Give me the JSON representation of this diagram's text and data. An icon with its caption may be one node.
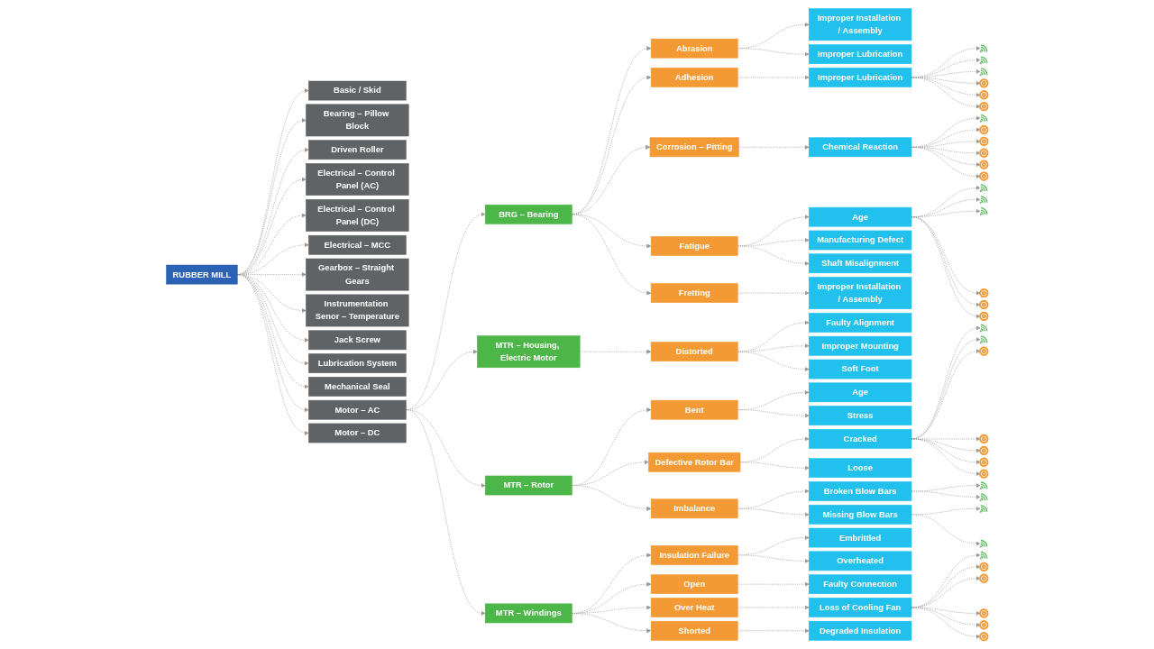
{
  "diagram": {
    "nodes": [
      {
        "text": [
          "RUBBER MILL"
        ]
      },
      {
        "text": [
          "Basic / Skid"
        ]
      },
      {
        "text": [
          "Bearing – Pillow Block"
        ]
      },
      {
        "text": [
          "Driven Roller"
        ]
      },
      {
        "text": [
          "Electrical – Control Panel (AC)"
        ]
      },
      {
        "text": [
          "Electrical – Control Panel (DC)"
        ]
      },
      {
        "text": [
          "Electrical – MCC"
        ]
      },
      {
        "text": [
          "Gearbox – Straight Gears"
        ]
      },
      {
        "text": [
          "Instrumentation Senor – Temperature"
        ]
      },
      {
        "text": [
          "Jack Screw"
        ]
      },
      {
        "text": [
          "Lubrication System"
        ]
      },
      {
        "text": [
          "Mechanical Seal"
        ]
      },
      {
        "text": [
          "Motor – AC"
        ]
      },
      {
        "text": [
          "Motor – DC"
        ]
      },
      {
        "text": [
          "BRG – Bearing"
        ]
      },
      {
        "text": [
          "MTR – Housing, Electric Motor"
        ]
      },
      {
        "text": [
          "MTR – Rotor"
        ]
      },
      {
        "text": [
          "MTR – Windings"
        ]
      },
      {
        "text": [
          "Abrasion"
        ]
      },
      {
        "text": [
          "Adhesion"
        ]
      },
      {
        "text": [
          "Corrosion – Pitting"
        ]
      },
      {
        "text": [
          "Fatigue"
        ]
      },
      {
        "text": [
          "Fretting"
        ]
      },
      {
        "text": [
          "Distorted"
        ]
      },
      {
        "text": [
          "Bent"
        ]
      },
      {
        "text": [
          "Defective Rotor Bar"
        ]
      },
      {
        "text": [
          "Imbalance"
        ]
      },
      {
        "text": [
          "Insulation Failure"
        ]
      },
      {
        "text": [
          "Open"
        ]
      },
      {
        "text": [
          "Over Heat"
        ]
      },
      {
        "text": [
          "Shorted"
        ]
      },
      {
        "text": [
          "Improper Installation / Assembly"
        ]
      },
      {
        "text": [
          "Improper Lubrication"
        ]
      },
      {
        "text": [
          "Improper Lubrication"
        ]
      },
      {
        "text": [
          "Chemical Reaction"
        ]
      },
      {
        "text": [
          "Age"
        ]
      },
      {
        "text": [
          "Manufacturing Defect"
        ]
      },
      {
        "text": [
          "Shaft Misalignment"
        ]
      },
      {
        "text": [
          "Improper Installation / Assembly"
        ]
      },
      {
        "text": [
          "Faulty Alignment"
        ]
      },
      {
        "text": [
          "Improper Mounting"
        ]
      },
      {
        "text": [
          "Soft Foot"
        ]
      },
      {
        "text": [
          "Age"
        ]
      },
      {
        "text": [
          "Stress"
        ]
      },
      {
        "text": [
          "Cracked"
        ]
      },
      {
        "text": [
          "Loose"
        ]
      },
      {
        "text": [
          "Broken Blow Bars"
        ]
      },
      {
        "text": [
          "Missing Blow Bars"
        ]
      },
      {
        "text": [
          "Embrittled"
        ]
      },
      {
        "text": [
          "Overheated"
        ]
      },
      {
        "text": [
          "Faulty Connection"
        ]
      },
      {
        "text": [
          "Loss of Cooling Fan"
        ]
      },
      {
        "text": [
          "Degraded Insulation"
        ]
      },
      {
        "text": [],
        "shape": "picture"
      },
      {
        "text": [],
        "shape": "picture"
      },
      {
        "text": [],
        "shape": "picture"
      },
      {
        "text": [],
        "shape": "circle"
      },
      {
        "text": [],
        "shape": "circle"
      },
      {
        "text": [],
        "shape": "circle"
      },
      {
        "text": [],
        "shape": "picture"
      },
      {
        "text": [],
        "shape": "circle"
      },
      {
        "text": [],
        "shape": "circle"
      },
      {
        "text": [],
        "shape": "circle"
      },
      {
        "text": [],
        "shape": "circle"
      },
      {
        "text": [],
        "shape": "circle"
      },
      {
        "text": [],
        "shape": "picture"
      },
      {
        "text": [],
        "shape": "picture"
      },
      {
        "text": [],
        "shape": "picture"
      },
      {
        "text": [],
        "shape": "circle"
      },
      {
        "text": [],
        "shape": "circle"
      },
      {
        "text": [],
        "shape": "circle"
      },
      {
        "text": [],
        "shape": "picture"
      },
      {
        "text": [],
        "shape": "picture"
      },
      {
        "text": [],
        "shape": "circle"
      },
      {
        "text": [],
        "shape": "circle"
      },
      {
        "text": [],
        "shape": "circle"
      },
      {
        "text": [],
        "shape": "circle"
      },
      {
        "text": [],
        "shape": "circle"
      },
      {
        "text": [],
        "shape": "picture"
      },
      {
        "text": [],
        "shape": "picture"
      },
      {
        "text": [],
        "shape": "picture"
      },
      {
        "text": [],
        "shape": "picture"
      },
      {
        "text": [],
        "shape": "picture"
      },
      {
        "text": [],
        "shape": "circle"
      },
      {
        "text": [],
        "shape": "circle"
      },
      {
        "text": [],
        "shape": "circle"
      },
      {
        "text": [],
        "shape": "circle"
      },
      {
        "text": [],
        "shape": "circle"
      }
    ],
    "edges": [
      {
        "from": 0,
        "to": 1,
        "arrow": "to"
      },
      {
        "from": 0,
        "to": 2,
        "arrow": "to"
      },
      {
        "from": 0,
        "to": 3,
        "arrow": "to"
      },
      {
        "from": 0,
        "to": 4,
        "arrow": "to"
      },
      {
        "from": 0,
        "to": 5,
        "arrow": "to"
      },
      {
        "from": 0,
        "to": 6,
        "arrow": "to"
      },
      {
        "from": 0,
        "to": 7,
        "arrow": "to"
      },
      {
        "from": 0,
        "to": 8,
        "arrow": "to"
      },
      {
        "from": 0,
        "to": 9,
        "arrow": "to"
      },
      {
        "from": 0,
        "to": 10,
        "arrow": "to"
      },
      {
        "from": 0,
        "to": 11,
        "arrow": "to"
      },
      {
        "from": 0,
        "to": 12,
        "arrow": "to"
      },
      {
        "from": 0,
        "to": 13,
        "arrow": "to"
      },
      {
        "from": 12,
        "to": 14,
        "arrow": "to"
      },
      {
        "from": 12,
        "to": 15,
        "arrow": "to"
      },
      {
        "from": 12,
        "to": 16,
        "arrow": "to"
      },
      {
        "from": 12,
        "to": 17,
        "arrow": "to"
      },
      {
        "from": 14,
        "to": 18,
        "arrow": "to"
      },
      {
        "from": 14,
        "to": 19,
        "arrow": "to"
      },
      {
        "from": 14,
        "to": 20,
        "arrow": "to"
      },
      {
        "from": 14,
        "to": 21,
        "arrow": "to"
      },
      {
        "from": 14,
        "to": 22,
        "arrow": "to"
      },
      {
        "from": 15,
        "to": 23,
        "arrow": "to"
      },
      {
        "from": 16,
        "to": 24,
        "arrow": "to"
      },
      {
        "from": 16,
        "to": 25,
        "arrow": "to"
      },
      {
        "from": 16,
        "to": 26,
        "arrow": "to"
      },
      {
        "from": 17,
        "to": 27,
        "arrow": "to"
      },
      {
        "from": 17,
        "to": 28,
        "arrow": "to"
      },
      {
        "from": 17,
        "to": 29,
        "arrow": "to"
      },
      {
        "from": 17,
        "to": 30,
        "arrow": "to"
      },
      {
        "from": 18,
        "to": 31,
        "arrow": "to"
      },
      {
        "from": 18,
        "to": 32,
        "arrow": "to"
      },
      {
        "from": 19,
        "to": 33,
        "arrow": "to"
      },
      {
        "from": 20,
        "to": 34,
        "arrow": "to"
      },
      {
        "from": 21,
        "to": 35,
        "arrow": "to"
      },
      {
        "from": 21,
        "to": 36,
        "arrow": "to"
      },
      {
        "from": 21,
        "to": 37,
        "arrow": "to"
      },
      {
        "from": 22,
        "to": 38,
        "arrow": "to"
      },
      {
        "from": 23,
        "to": 39,
        "arrow": "to"
      },
      {
        "from": 23,
        "to": 40,
        "arrow": "to"
      },
      {
        "from": 23,
        "to": 41,
        "arrow": "to"
      },
      {
        "from": 24,
        "to": 42,
        "arrow": "to"
      },
      {
        "from": 24,
        "to": 43,
        "arrow": "to"
      },
      {
        "from": 25,
        "to": 44,
        "arrow": "to"
      },
      {
        "from": 25,
        "to": 45,
        "arrow": "to"
      },
      {
        "from": 26,
        "to": 46,
        "arrow": "to"
      },
      {
        "from": 26,
        "to": 47,
        "arrow": "to"
      },
      {
        "from": 27,
        "to": 48,
        "arrow": "to"
      },
      {
        "from": 27,
        "to": 49,
        "arrow": "to"
      },
      {
        "from": 28,
        "to": 50,
        "arrow": "to"
      },
      {
        "from": 29,
        "to": 51,
        "arrow": "to"
      },
      {
        "from": 30,
        "to": 52,
        "arrow": "to"
      },
      {
        "from": 33,
        "to": 53,
        "arrow": "to"
      },
      {
        "from": 33,
        "to": 54,
        "arrow": "to"
      },
      {
        "from": 33,
        "to": 55,
        "arrow": "to"
      },
      {
        "from": 33,
        "to": 56,
        "arrow": "to"
      },
      {
        "from": 33,
        "to": 57,
        "arrow": "to"
      },
      {
        "from": 33,
        "to": 58,
        "arrow": "to"
      },
      {
        "from": 34,
        "to": 59,
        "arrow": "to"
      },
      {
        "from": 34,
        "to": 60,
        "arrow": "to"
      },
      {
        "from": 34,
        "to": 61,
        "arrow": "to"
      },
      {
        "from": 34,
        "to": 62,
        "arrow": "to"
      },
      {
        "from": 34,
        "to": 63,
        "arrow": "to"
      },
      {
        "from": 34,
        "to": 64,
        "arrow": "to"
      },
      {
        "from": 35,
        "to": 65,
        "arrow": "to"
      },
      {
        "from": 35,
        "to": 66,
        "arrow": "to"
      },
      {
        "from": 35,
        "to": 67,
        "arrow": "to"
      },
      {
        "from": 35,
        "to": 68,
        "arrow": "to"
      },
      {
        "from": 35,
        "to": 69,
        "arrow": "to"
      },
      {
        "from": 35,
        "to": 70,
        "arrow": "to"
      },
      {
        "from": 44,
        "to": 71,
        "arrow": "to"
      },
      {
        "from": 44,
        "to": 72,
        "arrow": "to"
      },
      {
        "from": 44,
        "to": 73,
        "arrow": "to"
      },
      {
        "from": 44,
        "to": 74,
        "arrow": "to"
      },
      {
        "from": 44,
        "to": 75,
        "arrow": "to"
      },
      {
        "from": 44,
        "to": 76,
        "arrow": "to"
      },
      {
        "from": 44,
        "to": 77,
        "arrow": "to"
      },
      {
        "from": 46,
        "to": 78,
        "arrow": "to"
      },
      {
        "from": 46,
        "to": 79,
        "arrow": "to"
      },
      {
        "from": 47,
        "to": 80,
        "arrow": "to"
      },
      {
        "from": 47,
        "to": 81,
        "arrow": "to"
      },
      {
        "from": 51,
        "to": 82,
        "arrow": "to"
      },
      {
        "from": 51,
        "to": 83,
        "arrow": "to"
      },
      {
        "from": 51,
        "to": 84,
        "arrow": "to"
      },
      {
        "from": 51,
        "to": 85,
        "arrow": "to"
      },
      {
        "from": 51,
        "to": 86,
        "arrow": "to"
      },
      {
        "from": 51,
        "to": 87,
        "arrow": "to"
      }
    ]
  }
}
